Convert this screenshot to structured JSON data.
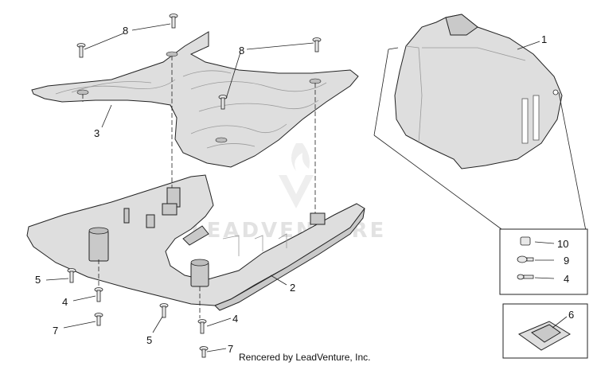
{
  "callouts": {
    "c1": "1",
    "c2": "2",
    "c3": "3",
    "c4a": "4",
    "c4b": "4",
    "c4c": "4",
    "c5a": "5",
    "c5b": "5",
    "c6": "6",
    "c7a": "7",
    "c7b": "7",
    "c8a": "8",
    "c8b": "8",
    "c9": "9",
    "c10": "10"
  },
  "watermark": "LEADVENTURE",
  "caption": "Rencered by LeadVenture, Inc."
}
